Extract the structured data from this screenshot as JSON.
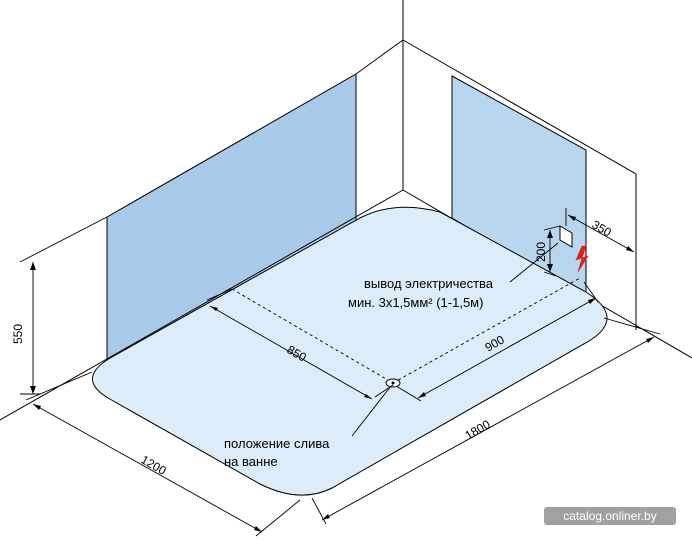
{
  "dimensions": {
    "height_left": "550",
    "width_1200": "1200",
    "length_1800": "1800",
    "drain_850": "850",
    "drain_900": "900",
    "elec_height_200": "200",
    "elec_offset_350": "350"
  },
  "annotations": {
    "electric_line1": "вывод электричества",
    "electric_line2": "мин. 3х1,5мм² (1-1,5м)",
    "drain_line1": "положение слива",
    "drain_line2": "на ванне"
  },
  "watermark": "catalog.onliner.by",
  "colors": {
    "tub_fill": "#dcecf8",
    "tub_stroke": "#000000",
    "panel_fill": "#a9c9e8",
    "panel_right_fill": "#b9d6ef",
    "electric_symbol": "#e02020",
    "watermark_bg": "#8a8a8a"
  },
  "icons": {
    "electric": "lightning-bolt-icon",
    "socket": "socket-box-icon",
    "drain": "drain-hole-icon"
  }
}
